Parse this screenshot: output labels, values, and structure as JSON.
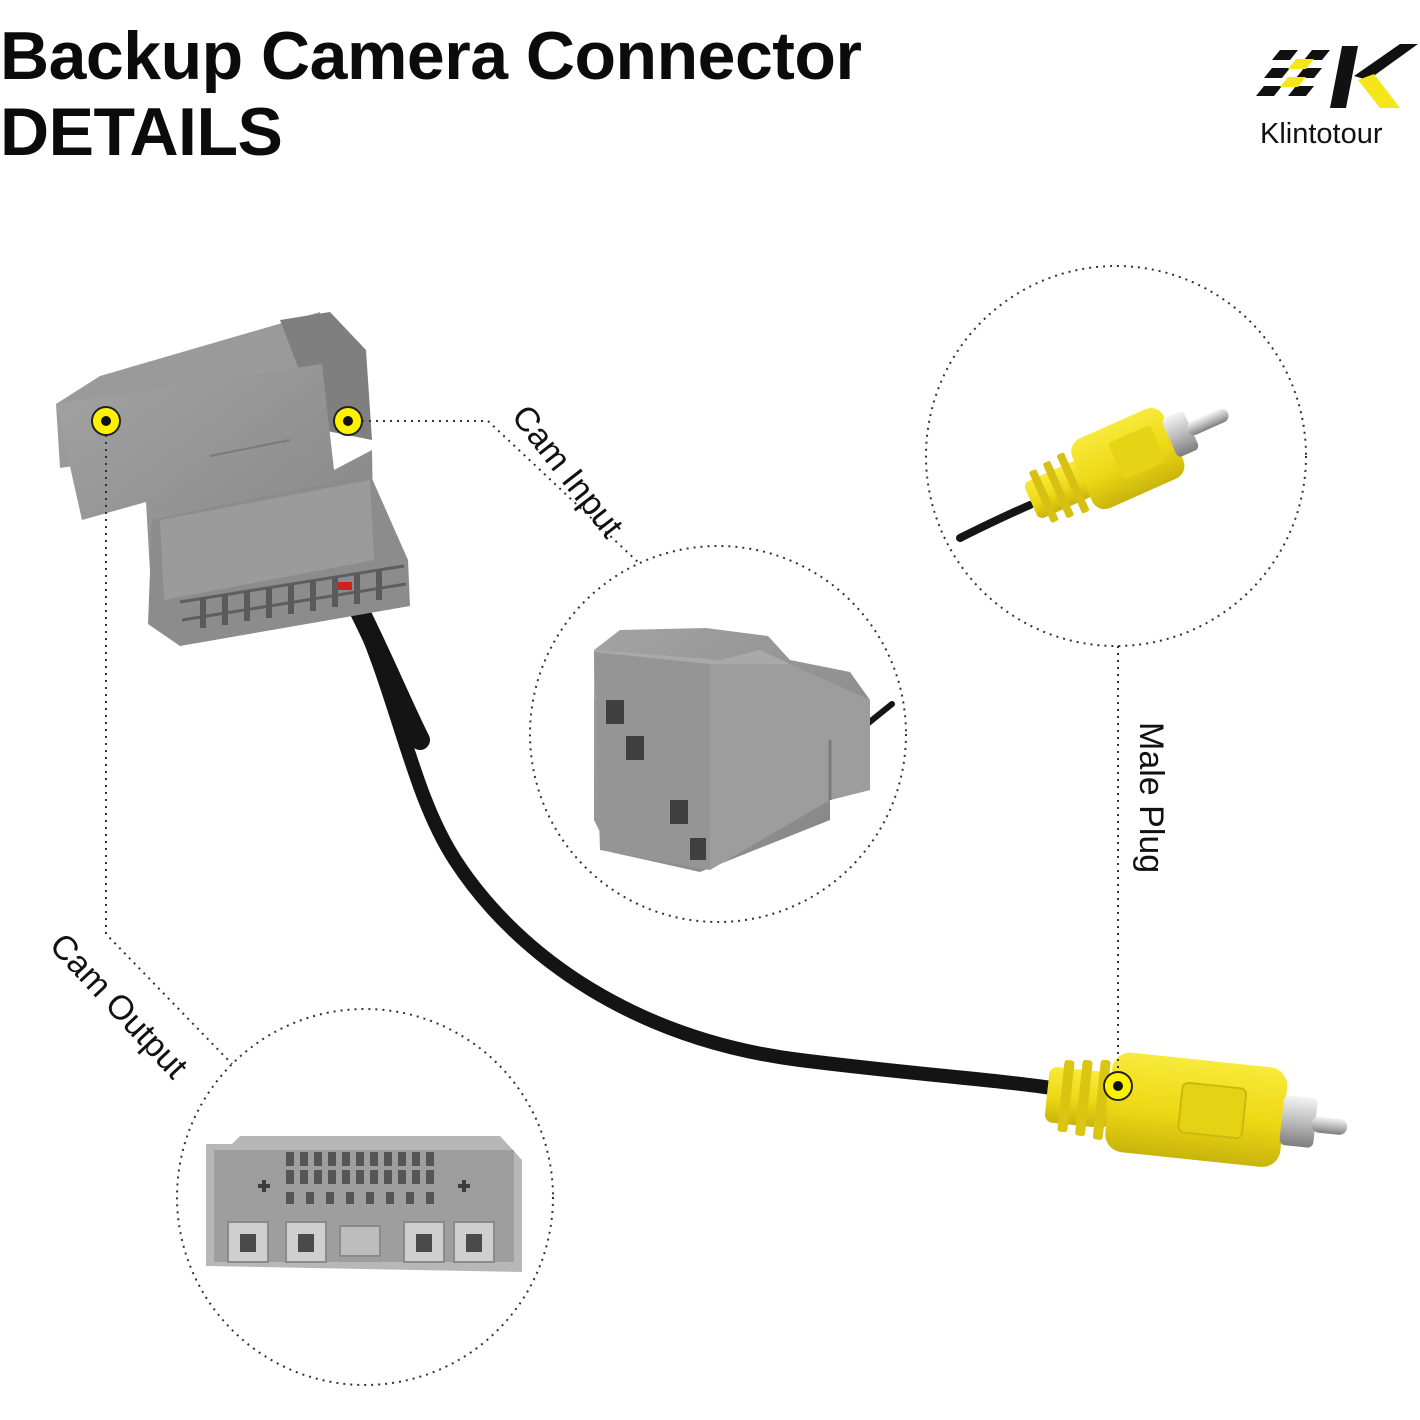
{
  "title": {
    "line1": "Backup Camera Connector",
    "line2": "DETAILS"
  },
  "brand": {
    "name": "Klintotour",
    "logo_icon": "checkered-flag-k-icon",
    "accent_color": "#f5e61a"
  },
  "callouts": {
    "cam_input": "Cam Input",
    "cam_output": "Cam Output",
    "male_plug": "Male Plug"
  },
  "colors": {
    "connector_gray": "#8e8e8e",
    "cable_black": "#151515",
    "rca_yellow": "#f0df1a",
    "marker_yellow": "#fff200"
  }
}
